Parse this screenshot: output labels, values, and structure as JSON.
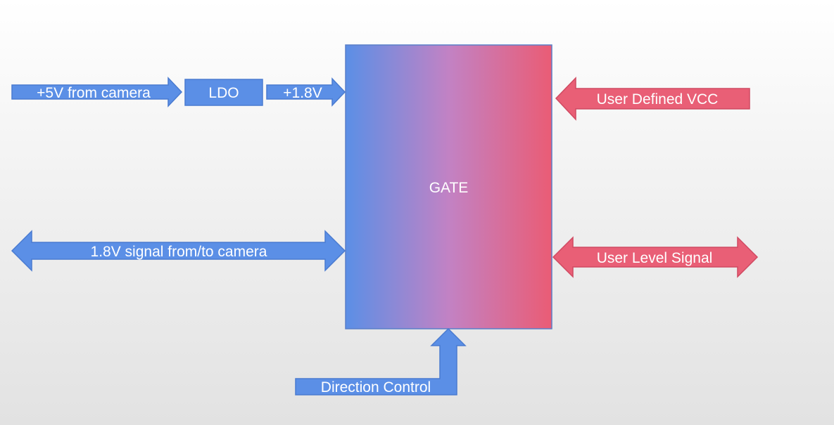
{
  "diagram": {
    "gate": {
      "label": "GATE"
    },
    "inputs": {
      "camera_power": "+5V from camera",
      "ldo": "LDO",
      "ldo_output": "+1.8V",
      "camera_signal": "1.8V signal from/to camera",
      "direction_control": "Direction Control"
    },
    "outputs": {
      "user_vcc": "User Defined VCC",
      "user_signal": "User Level Signal"
    }
  },
  "colors": {
    "blue": "#5b8fe6",
    "blue_stroke": "#4a7bd0",
    "red": "#e95f76",
    "red_stroke": "#d04a62",
    "gate_gradient_middle": "#c282c4"
  }
}
